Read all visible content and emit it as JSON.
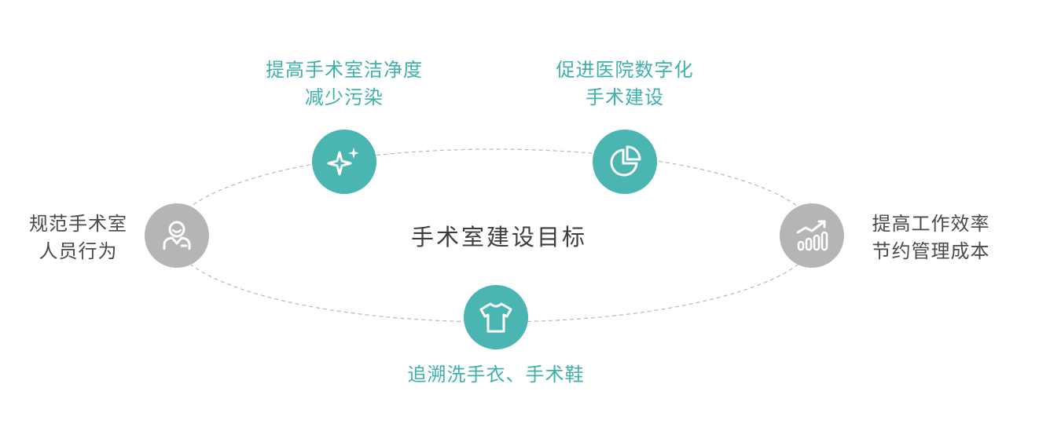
{
  "center_title": "手术室建设目标",
  "colors": {
    "teal": "#4ab5b1",
    "gray": "#b5b5b5",
    "label_teal": "#3fb0ab",
    "label_dark": "#4a4a4a",
    "ring": "#b8b8b8"
  },
  "goals": [
    {
      "id": "cleanliness",
      "icon": "sparkle-icon",
      "lines": [
        "提高手术室洁净度",
        "减少污染"
      ]
    },
    {
      "id": "digital",
      "icon": "pie-chart-icon",
      "lines": [
        "促进医院数字化",
        "手术建设"
      ]
    },
    {
      "id": "behavior",
      "icon": "person-badge-icon",
      "lines": [
        "规范手术室",
        "人员行为"
      ]
    },
    {
      "id": "efficiency",
      "icon": "bar-trend-icon",
      "lines": [
        "提高工作效率",
        "节约管理成本"
      ]
    },
    {
      "id": "traceability",
      "icon": "tshirt-icon",
      "lines": [
        "追溯洗手衣、手术鞋"
      ]
    }
  ]
}
